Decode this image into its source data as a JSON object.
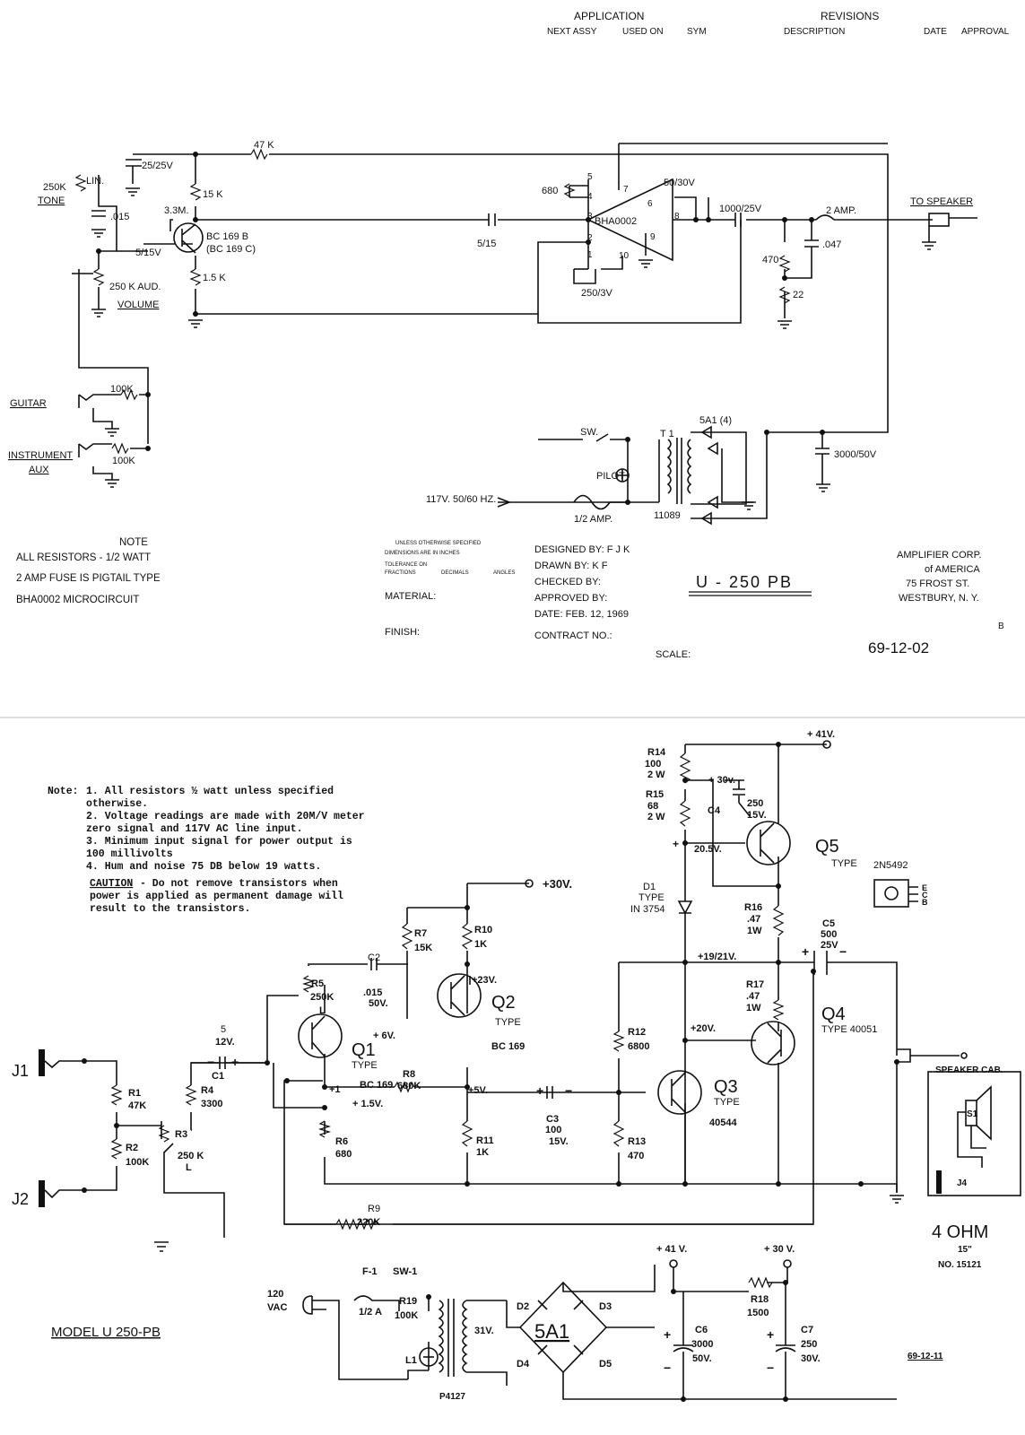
{
  "header": {
    "application": "APPLICATION",
    "next_assy": "NEXT ASSY",
    "used_on": "USED ON",
    "sym": "SYM",
    "revisions": "REVISIONS",
    "description": "DESCRIPTION",
    "date": "DATE",
    "approval": "APPROVAL"
  },
  "top": {
    "c_top": "25/25V",
    "r_feedback": "47 K",
    "tone_r": "250K",
    "tone_lin": "LIN.",
    "tone_label": "TONE",
    "c_tone": ".015",
    "r_bias": "3.3M.",
    "c_in": "5/15V",
    "r_collector": "15 K",
    "transistor": "BC 169 B",
    "transistor_alt": "(BC 169 C)",
    "r_emitter": "1.5 K",
    "volume_r": "250 K AUD.",
    "volume_label": "VOLUME",
    "c_couple": "5/15",
    "r_680": "680",
    "ic": "BHA0002",
    "pins": [
      "5",
      "4",
      "3",
      "2",
      "1",
      "7",
      "6",
      "8",
      "9",
      "10"
    ],
    "c_boot": "50/30V",
    "c_bypass": "250/3V",
    "c_out": "1000/25V",
    "fuse": "2 AMP.",
    "c_zobel": ".047",
    "r_470": "470",
    "r_22": "22",
    "to_speaker": "TO SPEAKER",
    "r_in1": "100K",
    "guitar": "GUITAR",
    "instrument": "INSTRUMENT",
    "aux": "AUX",
    "r_in2": "100K",
    "rectifier": "5A1 (4)",
    "switch": "SW.",
    "transformer": "T 1",
    "pilot": "PILOT",
    "mains": "117V. 50/60 HZ.",
    "fuse_mains": "1/2 AMP.",
    "transformer_no": "11089",
    "c_filter": "3000/50V"
  },
  "notes_top": {
    "title": "NOTE",
    "lines": [
      "ALL  RESISTORS - 1/2  WATT",
      "2 AMP FUSE IS PIGTAIL TYPE",
      "BHA0002    MICROCIRCUIT"
    ]
  },
  "titleblock": {
    "unless": "UNLESS OTHERWISE SPECIFIED",
    "dimensions": "DIMENSIONS ARE IN INCHES",
    "tolerance": "TOLERANCE ON",
    "fractions": "FRACTIONS",
    "decimals": "DECIMALS",
    "angles": "ANGLES",
    "material": "MATERIAL:",
    "finish": "FINISH:",
    "designed": "DESIGNED BY: F J K",
    "drawn": "DRAWN BY: K F",
    "checked": "CHECKED BY:",
    "approved": "APPROVED BY:",
    "date": "DATE: FEB. 12, 1969",
    "contract": "CONTRACT NO.:",
    "scale": "SCALE:",
    "model": "U - 250  PB",
    "company": [
      "AMPLIFIER CORP.",
      "of AMERICA",
      "75 FROST ST.",
      "WESTBURY, N. Y."
    ],
    "rev": "B",
    "dwg_no": "69-12-02"
  },
  "notes_bottom": {
    "label": "Note:",
    "items": [
      "1. All resistors ½ watt unless specified",
      "   otherwise.",
      "2. Voltage readings are made with 20M/V meter",
      "   zero signal and 117V AC line input.",
      "3. Minimum input signal for power output is",
      "   100 millivolts",
      "4. Hum and noise 75 DB below 19 watts."
    ],
    "caution_word": "CAUTION",
    "caution": [
      " - Do not remove transistors when",
      "power is applied as permanent damage will",
      "result to the transistors."
    ]
  },
  "bottom": {
    "v41": "+ 41V.",
    "v30": "+30V.",
    "r14": [
      "R14",
      "100",
      "2 W"
    ],
    "r15": [
      "R15",
      "68",
      "2 W"
    ],
    "v30b": "+ 30v.",
    "c4": [
      "C4",
      "250",
      "15V."
    ],
    "v205": "20.5V.",
    "q5": "Q5",
    "q5_type": "TYPE",
    "q5_part": "2N5492",
    "ecb": [
      "E",
      "C",
      "B"
    ],
    "d1": [
      "D1",
      "TYPE",
      "IN 3754"
    ],
    "r16": [
      "R16",
      ".47",
      "1W"
    ],
    "c5": [
      "C5",
      "500",
      "25V"
    ],
    "v1921": "+19/21V.",
    "r17": [
      "R17",
      ".47",
      "1W"
    ],
    "q4": "Q4",
    "q4_type": "TYPE 40051",
    "v20": "+20V.",
    "r12": [
      "R12",
      "6800"
    ],
    "q3": "Q3",
    "q3_type": "TYPE",
    "q3_part": "40544",
    "r13": [
      "R13",
      "470"
    ],
    "c3": [
      "C3",
      "100",
      "15V."
    ],
    "v5": "+5V.",
    "r11": [
      "R11",
      "1K"
    ],
    "r10": [
      "R10",
      "1K"
    ],
    "r7": [
      "R7",
      "15K"
    ],
    "v23": "+23V.",
    "q2": "Q2",
    "q2_type": "TYPE",
    "q2_part": "BC 169",
    "c2": [
      "C2",
      ".015",
      "50V."
    ],
    "r5": [
      "R5",
      "250K",
      "L"
    ],
    "v6": "+ 6V.",
    "q1": "Q1",
    "q1_type": "TYPE",
    "q1_part": "BC 169",
    "r8": [
      "R8",
      "680K"
    ],
    "v1": "+1",
    "v15": "+ 1.5V.",
    "c1": [
      "5",
      "12V.",
      "C1"
    ],
    "r4": [
      "R4",
      "3300"
    ],
    "r1": [
      "R1",
      "47K"
    ],
    "r2": [
      "R2",
      "100K"
    ],
    "r3": [
      "R3",
      "250 K",
      "L"
    ],
    "r6": [
      "R6",
      "680"
    ],
    "r9": [
      "R9",
      "220K"
    ],
    "j1": "J1",
    "j2": "J2",
    "speaker_cab": "SPEAKER CAB.",
    "s1": "S1",
    "j4": "J4",
    "ohm": "4 OHM",
    "size": "15\"",
    "part_no": "NO. 15121",
    "vac": [
      "120",
      "VAC"
    ],
    "f1": "F-1",
    "fuse_val": "1/2 A",
    "sw1": "SW-1",
    "r19": [
      "R19",
      "100K"
    ],
    "l1": "L1",
    "v31": "31V.",
    "p4127": "P4127",
    "bridge": "5A1",
    "d2": "D2",
    "d3": "D3",
    "d4": "D4",
    "d5": "D5",
    "v41b": "+ 41 V.",
    "v30c": "+ 30 V.",
    "r18": [
      "R18",
      "1500"
    ],
    "c6": [
      "C6",
      "3000",
      "50V."
    ],
    "c7": [
      "C7",
      "250",
      "30V."
    ],
    "model": "MODEL    U 250-PB",
    "dwg_no": "69-12-11"
  }
}
